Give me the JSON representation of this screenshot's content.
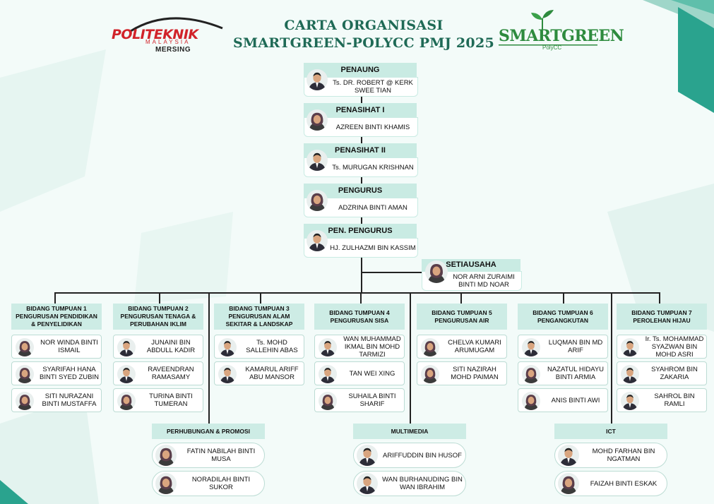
{
  "header": {
    "title_line1": "CARTA ORGANISASI",
    "title_line2": "SMARTGREEN-POLYCC PMJ 2025"
  },
  "logos": {
    "politeknik_word": "POLITEKNIK",
    "politeknik_country": "MALAYSIA",
    "politeknik_campus": "MERSING",
    "smartgreen_word": "SMARTGREEN",
    "smartgreen_sub": "PolyCC"
  },
  "colors": {
    "header_green": "#1f6a56",
    "label_mint": "#c9ebe3",
    "deco_teal": "#2aa38e",
    "politeknik_red": "#d1232a",
    "smartgreen_green": "#2e8b3e"
  },
  "chain": [
    {
      "role": "PENAUNG",
      "name": "Ts. DR. ROBERT @ KERK SWEE TIAN",
      "avatar": "male-suit-avatar-icon"
    },
    {
      "role": "PENASIHAT I",
      "name": "AZREEN BINTI KHAMIS",
      "avatar": "female-hijab-avatar-icon"
    },
    {
      "role": "PENASIHAT II",
      "name": "Ts. MURUGAN KRISHNAN",
      "avatar": "male-avatar-icon"
    },
    {
      "role": "PENGURUS",
      "name": "ADZRINA BINTI AMAN",
      "avatar": "female-hijab-avatar-icon"
    },
    {
      "role": "PEN. PENGURUS",
      "name": "HJ. ZULHAZMI BIN KASSIM",
      "avatar": "male-avatar-icon"
    }
  ],
  "secretary": {
    "role": "SETIAUSAHA",
    "name": "NOR ARNI ZURAIMI BINTI MD NOAR",
    "avatar": "female-hijab-avatar-icon"
  },
  "columns": [
    {
      "title": "BIDANG TUMPUAN 1 PENGURUSAN PENDIDIKAN & PENYELIDIKAN",
      "members": [
        "NOR WINDA BINTI ISMAIL",
        "SYARIFAH HANA BINTI SYED ZUBIN",
        "SITI NURAZANI BINTI MUSTAFFA"
      ]
    },
    {
      "title": "BIDANG TUMPUAN 2 PENGURUSAN TENAGA & PERUBAHAN IKLIM",
      "members": [
        "JUNAINI BIN ABDULL KADIR",
        "RAVEENDRAN RAMASAMY",
        "TURINA BINTI TUMERAN"
      ]
    },
    {
      "title": "BIDANG TUMPUAN 3 PENGURUSAN ALAM SEKITAR & LANDSKAP",
      "members": [
        "Ts. MOHD SALLEHIN ABAS",
        "KAMARUL ARIFF ABU MANSOR"
      ]
    },
    {
      "title": "BIDANG TUMPUAN 4 PENGURUSAN SISA",
      "members": [
        "WAN MUHAMMAD IKMAL BIN MOHD TARMIZI",
        "TAN WEI XING",
        "SUHAILA BINTI SHARIF"
      ]
    },
    {
      "title": "BIDANG TUMPUAN 5 PENGURUSAN AIR",
      "members": [
        "CHELVA KUMARI ARUMUGAM",
        "SITI NAZIRAH MOHD PAIMAN"
      ]
    },
    {
      "title": "BIDANG TUMPUAN 6 PENGANGKUTAN",
      "members": [
        "LUQMAN BIN MD ARIF",
        "NAZATUL HIDAYU BINTI ARMIA",
        "ANIS BINTI AWI"
      ]
    },
    {
      "title": "BIDANG TUMPUAN 7 PEROLEHAN HIJAU",
      "members": [
        "Ir. Ts. MOHAMMAD SYAZWAN BIN MOHD ASRI",
        "SYAHROM BIN ZAKARIA",
        "SAHROL BIN RAMLI"
      ]
    }
  ],
  "groups": [
    {
      "title": "PERHUBUNGAN & PROMOSI",
      "members": [
        "FATIN NABILAH BINTI MUSA",
        "NORADILAH BINTI SUKOR"
      ]
    },
    {
      "title": "MULTIMEDIA",
      "members": [
        "ARIFFUDDIN BIN HUSOF",
        "WAN BURHANUDING BIN WAN IBRAHIM"
      ]
    },
    {
      "title": "ICT",
      "members": [
        "MOHD FARHAN BIN NGATMAN",
        "FAIZAH BINTI ESKAK"
      ]
    }
  ]
}
